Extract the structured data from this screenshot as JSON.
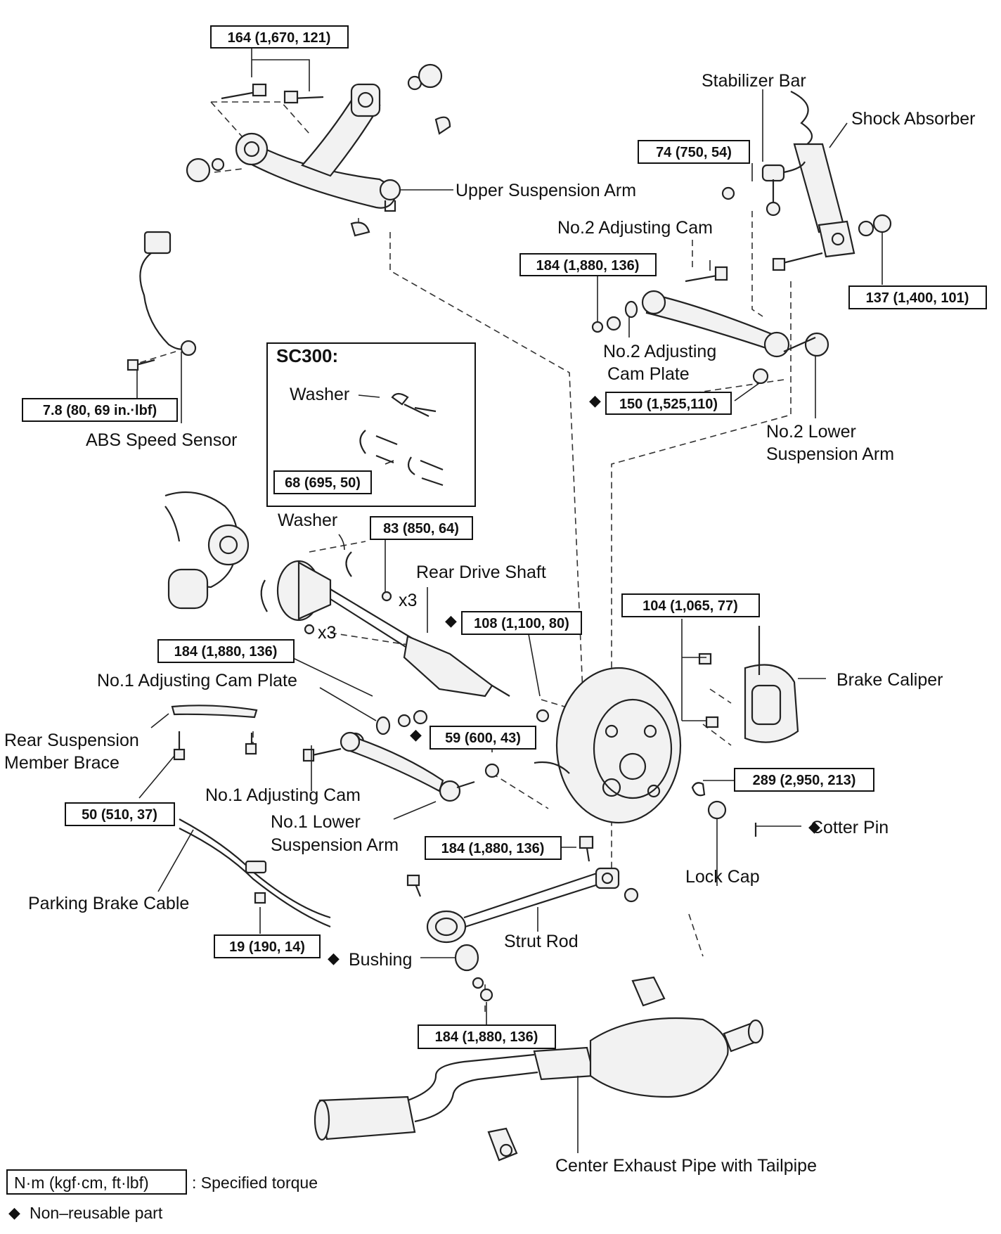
{
  "torque_specs": {
    "upper_arm_bolts": "164 (1,670, 121)",
    "stabilizer_nut": "74 (750, 54)",
    "no2_adjusting_cam": "184 (1,880, 136)",
    "shock_bolt": "137 (1,400, 101)",
    "abs_sensor_bolt": "7.8 (80, 69 in.·lbf)",
    "no2_lower_arm_nut": "150 (1,525,110)",
    "sc300_washer_bolts": "68 (695, 50)",
    "drive_shaft_bolts": "83 (850, 64)",
    "hub_nut": "108 (1,100, 80)",
    "caliper_bolts": "104 (1,065, 77)",
    "no1_adjusting_cam": "184 (1,880, 136)",
    "no1_lower_arm_nut": "59 (600, 43)",
    "axle_nut": "289 (2,950, 213)",
    "brace_bolts": "50 (510, 37)",
    "strut_rod_bolt": "184 (1,880, 136)",
    "cable_bolt": "19 (190, 14)",
    "strut_rod_nut": "184 (1,880, 136)"
  },
  "labels": {
    "stabilizer_bar": "Stabilizer Bar",
    "shock_absorber": "Shock Absorber",
    "upper_suspension_arm": "Upper Suspension Arm",
    "no2_adjusting_cam": "No.2 Adjusting Cam",
    "no2_cam_plate_1": "No.2 Adjusting",
    "no2_cam_plate_2": "Cam Plate",
    "no2_lower_arm_1": "No.2 Lower",
    "no2_lower_arm_2": "Suspension Arm",
    "abs_speed_sensor": "ABS Speed Sensor",
    "sc300_title": "SC300:",
    "sc300_washer": "Washer",
    "washer": "Washer",
    "x3_a": "x3",
    "x3_b": "x3",
    "rear_drive_shaft": "Rear Drive Shaft",
    "brake_caliper": "Brake Caliper",
    "no1_cam_plate": "No.1 Adjusting Cam Plate",
    "rear_brace_1": "Rear Suspension",
    "rear_brace_2": "Member Brace",
    "no1_adjusting_cam": "No.1 Adjusting Cam",
    "no1_lower_arm_1": "No.1 Lower",
    "no1_lower_arm_2": "Suspension Arm",
    "cotter_pin": "Cotter Pin",
    "lock_cap": "Lock Cap",
    "parking_brake_cable": "Parking Brake Cable",
    "strut_rod": "Strut Rod",
    "bushing": "Bushing",
    "exhaust": "Center Exhaust Pipe with Tailpipe"
  },
  "legend": {
    "unit_box": "N·m (kgf·cm, ft·lbf)",
    "unit_desc": ": Specified torque",
    "nonreusable": "Non–reusable part",
    "diamond": "◆"
  }
}
